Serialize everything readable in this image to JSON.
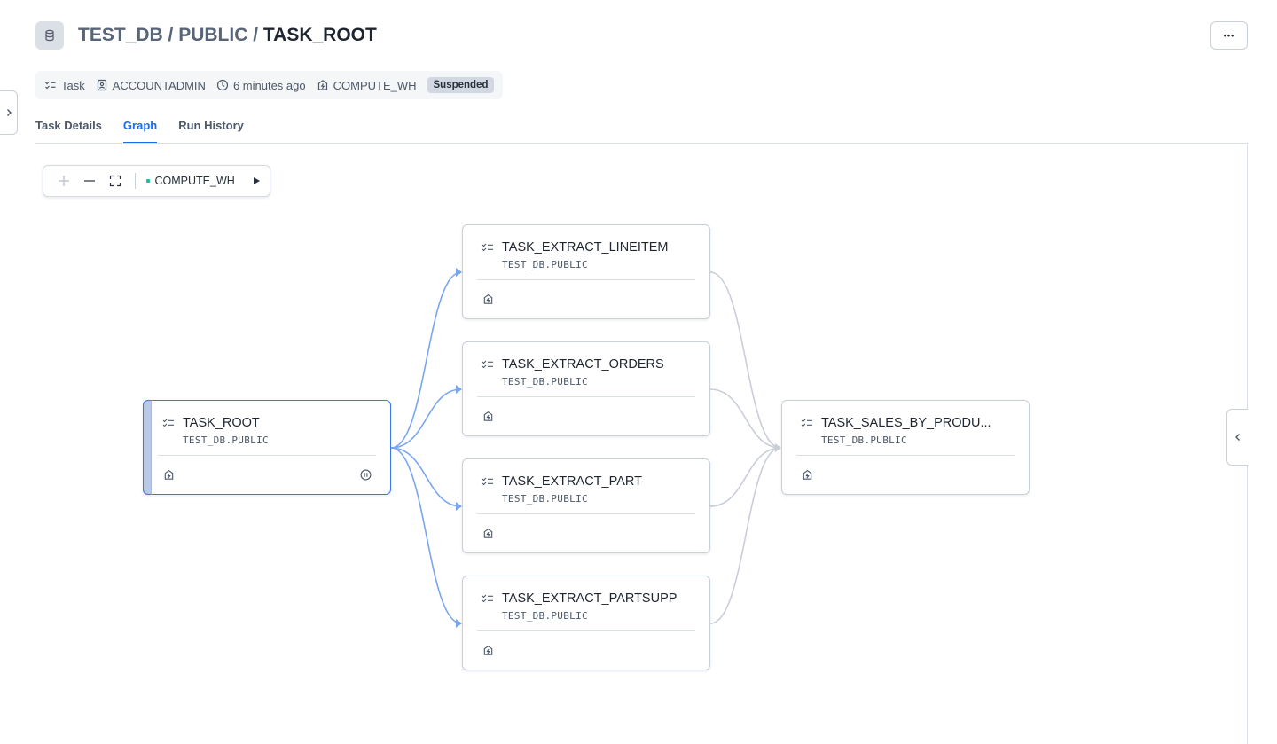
{
  "header": {
    "breadcrumb_db": "TEST_DB",
    "breadcrumb_sep1": " / ",
    "breadcrumb_schema": "PUBLIC",
    "breadcrumb_sep2": " / ",
    "breadcrumb_task": "TASK_ROOT",
    "more_label": "•••"
  },
  "meta": {
    "type": "Task",
    "owner": "ACCOUNTADMIN",
    "updated": "6 minutes ago",
    "warehouse": "COMPUTE_WH",
    "status": "Suspended"
  },
  "tabs": [
    {
      "label": "Task Details",
      "active": false
    },
    {
      "label": "Graph",
      "active": true
    },
    {
      "label": "Run History",
      "active": false
    }
  ],
  "toolbar": {
    "warehouse": "COMPUTE_WH"
  },
  "nodes": {
    "root": {
      "title": "TASK_ROOT",
      "schema": "TEST_DB.PUBLIC"
    },
    "lineitem": {
      "title": "TASK_EXTRACT_LINEITEM",
      "schema": "TEST_DB.PUBLIC"
    },
    "orders": {
      "title": "TASK_EXTRACT_ORDERS",
      "schema": "TEST_DB.PUBLIC"
    },
    "part": {
      "title": "TASK_EXTRACT_PART",
      "schema": "TEST_DB.PUBLIC"
    },
    "partsupp": {
      "title": "TASK_EXTRACT_PARTSUPP",
      "schema": "TEST_DB.PUBLIC"
    },
    "sales": {
      "title": "TASK_SALES_BY_PRODU...",
      "schema": "TEST_DB.PUBLIC"
    }
  },
  "colors": {
    "accent": "#1a6ce7",
    "edge_active": "#7aa6ee",
    "edge_inactive": "#c9ced8",
    "status_badge": "#d2d8e1"
  }
}
